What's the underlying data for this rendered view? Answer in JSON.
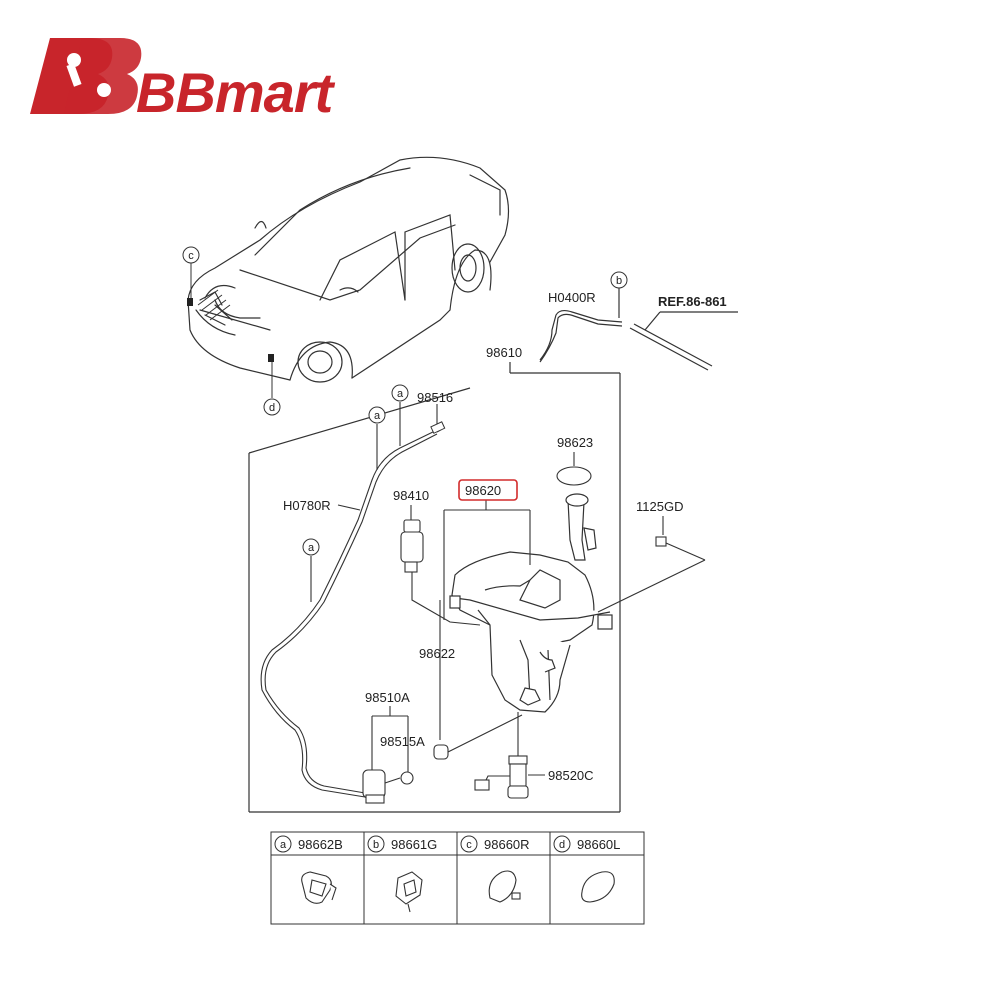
{
  "brand": {
    "name": "BBmart",
    "accent": "#c8252b"
  },
  "labels": {
    "h0400r": "H0400R",
    "ref": "REF.86-861",
    "p98610": "98610",
    "p98516": "98516",
    "p98623": "98623",
    "p98620": "98620",
    "h0780r": "H0780R",
    "p98410": "98410",
    "p1125gd": "1125GD",
    "p98622": "98622",
    "p98510a": "98510A",
    "p98515a": "98515A",
    "p98520c": "98520C"
  },
  "callouts": {
    "a": "a",
    "b": "b",
    "c": "c",
    "d": "d"
  },
  "legend": [
    {
      "letter": "a",
      "part": "98662B"
    },
    {
      "letter": "b",
      "part": "98661G"
    },
    {
      "letter": "c",
      "part": "98660R"
    },
    {
      "letter": "d",
      "part": "98660L"
    }
  ],
  "highlight_color": "#d22b2b"
}
